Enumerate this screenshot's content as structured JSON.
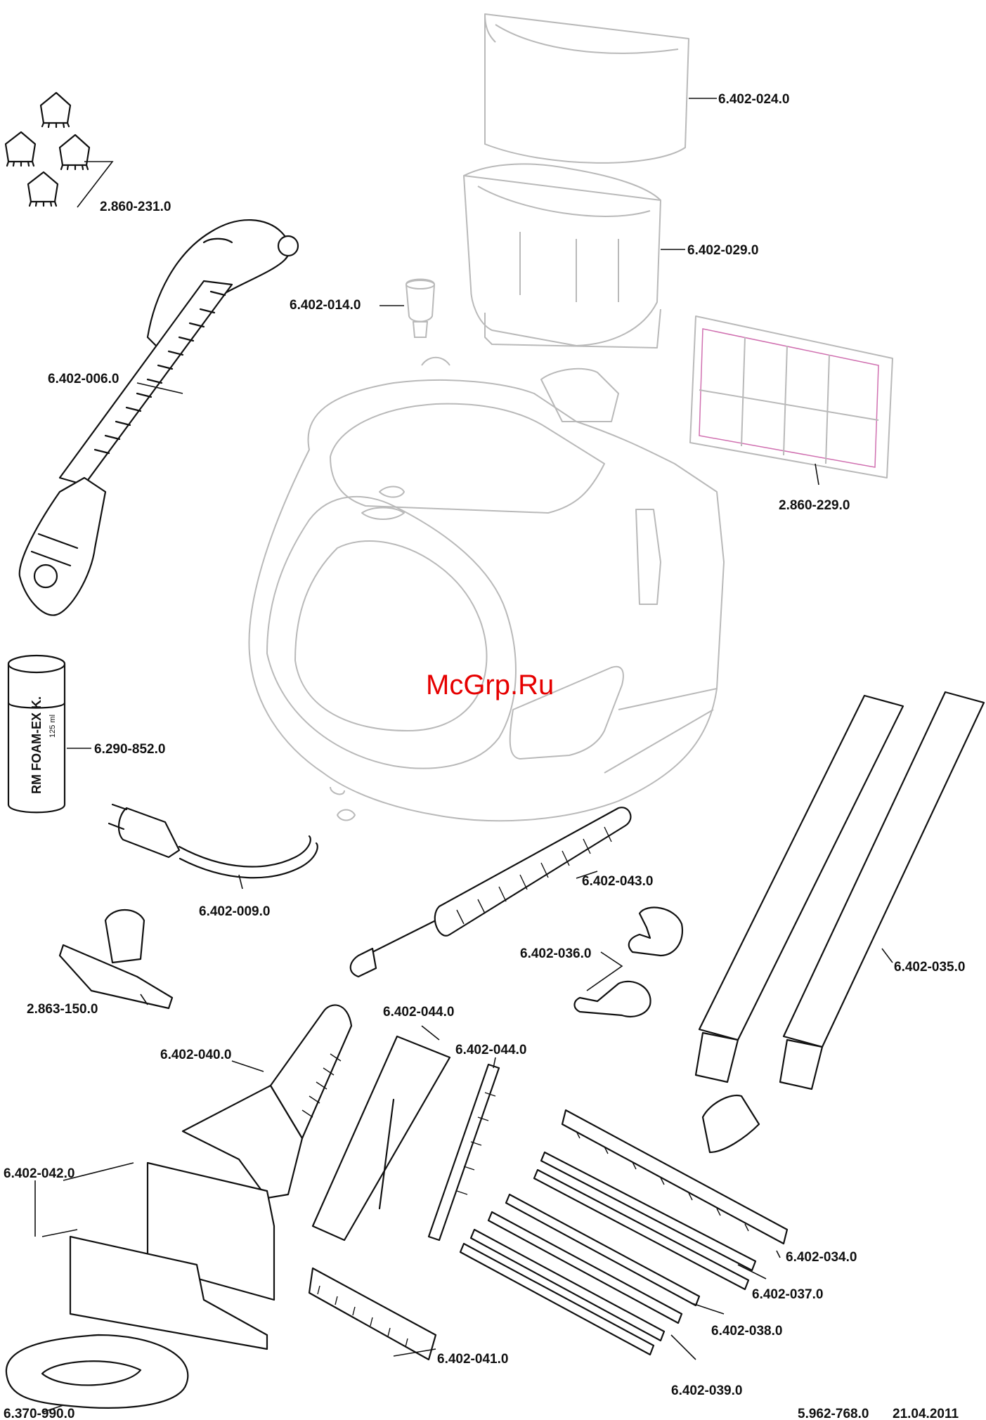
{
  "watermark": "McGrp.Ru",
  "footer": {
    "doc_number": "5.962-768.0",
    "date": "21.04.2011"
  },
  "bottle": {
    "label_line1": "RM FOAM-EX K.",
    "label_line2": "125 ml"
  },
  "parts": [
    {
      "id": "p-024",
      "number": "6.402-024.0"
    },
    {
      "id": "p-231",
      "number": "2.860-231.0"
    },
    {
      "id": "p-029",
      "number": "6.402-029.0"
    },
    {
      "id": "p-014",
      "number": "6.402-014.0"
    },
    {
      "id": "p-006",
      "number": "6.402-006.0"
    },
    {
      "id": "p-229",
      "number": "2.860-229.0"
    },
    {
      "id": "p-852",
      "number": "6.290-852.0"
    },
    {
      "id": "p-043",
      "number": "6.402-043.0"
    },
    {
      "id": "p-009",
      "number": "6.402-009.0"
    },
    {
      "id": "p-036",
      "number": "6.402-036.0"
    },
    {
      "id": "p-035",
      "number": "6.402-035.0"
    },
    {
      "id": "p-150",
      "number": "2.863-150.0"
    },
    {
      "id": "p-044a",
      "number": "6.402-044.0"
    },
    {
      "id": "p-044b",
      "number": "6.402-044.0"
    },
    {
      "id": "p-040",
      "number": "6.402-040.0"
    },
    {
      "id": "p-042",
      "number": "6.402-042.0"
    },
    {
      "id": "p-034",
      "number": "6.402-034.0"
    },
    {
      "id": "p-037",
      "number": "6.402-037.0"
    },
    {
      "id": "p-038",
      "number": "6.402-038.0"
    },
    {
      "id": "p-041",
      "number": "6.402-041.0"
    },
    {
      "id": "p-039",
      "number": "6.402-039.0"
    },
    {
      "id": "p-990",
      "number": "6.370-990.0"
    }
  ]
}
